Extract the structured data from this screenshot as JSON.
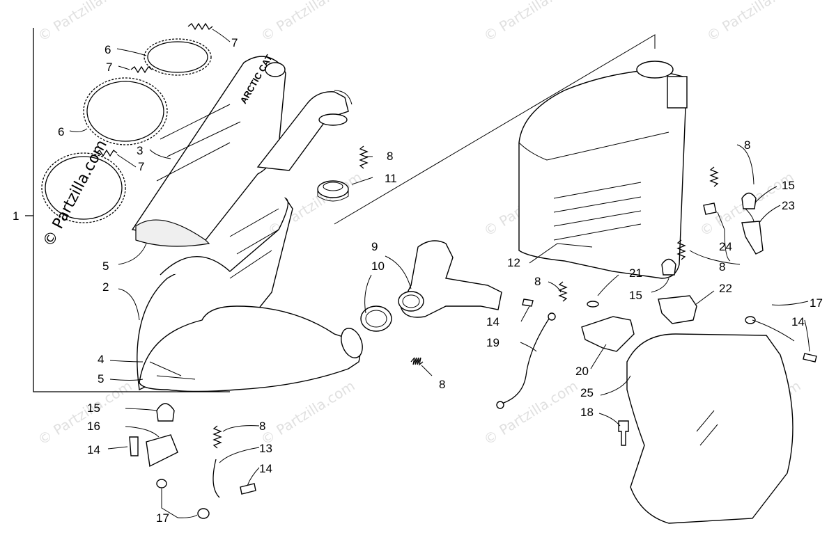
{
  "diagram": {
    "watermark_text": "© Partzilla.com",
    "brand_text": "ARCTIC CAT",
    "callouts": {
      "c1": "1",
      "c2": "2",
      "c3": "3",
      "c4": "4",
      "c5a": "5",
      "c5b": "5",
      "c6a": "6",
      "c6b": "6",
      "c7a": "7",
      "c7b": "7",
      "c7c": "7",
      "c8a": "8",
      "c8b": "8",
      "c8c": "8",
      "c8d": "8",
      "c8e": "8",
      "c8f": "8",
      "c9": "9",
      "c10": "10",
      "c11": "11",
      "c12": "12",
      "c13": "13",
      "c14a": "14",
      "c14b": "14",
      "c14c": "14",
      "c14d": "14",
      "c15a": "15",
      "c15b": "15",
      "c15c": "15",
      "c16": "16",
      "c17a": "17",
      "c17b": "17",
      "c18": "18",
      "c19": "19",
      "c20": "20",
      "c21": "21",
      "c22": "22",
      "c23": "23",
      "c24": "24",
      "c25": "25"
    }
  }
}
